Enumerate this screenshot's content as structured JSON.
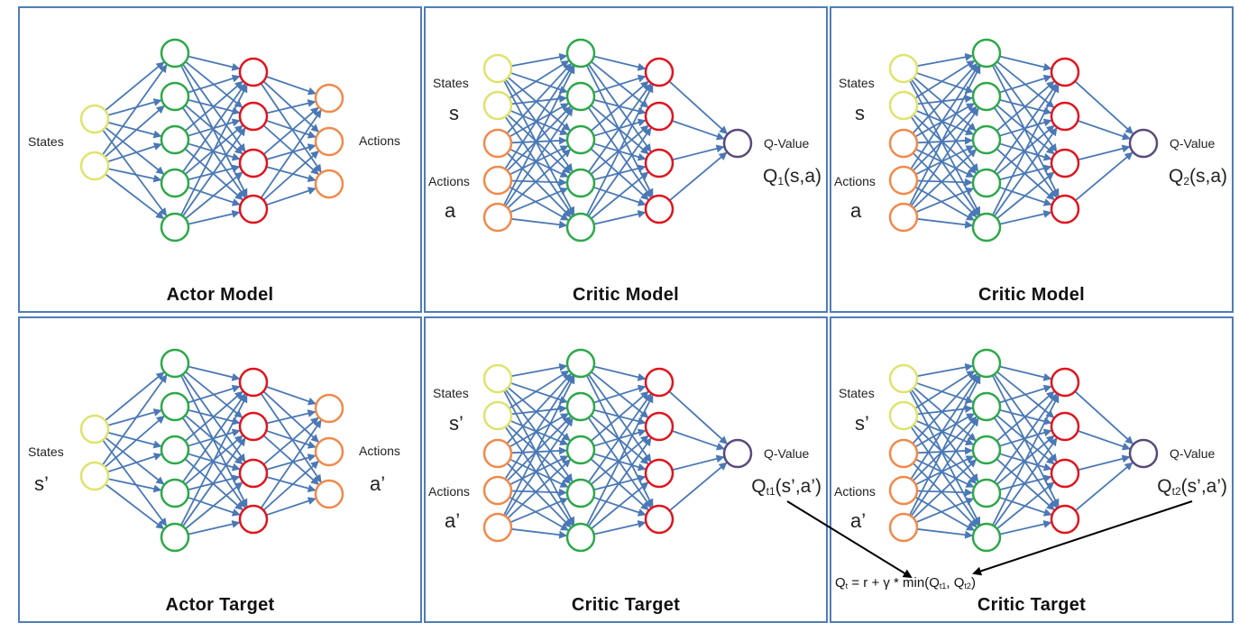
{
  "colors": {
    "panel_border": "#4f7db8",
    "edge": "#4a78b5",
    "state_node": "#dfe36c",
    "action_node": "#f08a4b",
    "hidden1_node": "#2ea84a",
    "hidden2_node": "#e0141e",
    "output_node": "#5a4a7a"
  },
  "panels": [
    {
      "kind": "actor",
      "title": "Actor Model",
      "states_label": "States",
      "states_symbol": "",
      "actions_label": "Actions",
      "actions_symbol": ""
    },
    {
      "kind": "critic",
      "title": "Critic Model",
      "states_label": "States",
      "states_symbol": "s",
      "actions_label": "Actions",
      "actions_symbol": "a",
      "q_label": "Q-Value",
      "q_base": "Q",
      "q_sub": "1",
      "q_args": "(s,a)"
    },
    {
      "kind": "critic",
      "title": "Critic Model",
      "states_label": "States",
      "states_symbol": "s",
      "actions_label": "Actions",
      "actions_symbol": "a",
      "q_label": "Q-Value",
      "q_base": "Q",
      "q_sub": "2",
      "q_args": "(s,a)"
    },
    {
      "kind": "actor",
      "title": "Actor Target",
      "states_label": "States",
      "states_symbol": "s’",
      "actions_label": "Actions",
      "actions_symbol": "a’"
    },
    {
      "kind": "critic",
      "title": "Critic Target",
      "states_label": "States",
      "states_symbol": "s’",
      "actions_label": "Actions",
      "actions_symbol": "a’",
      "q_label": "Q-Value",
      "q_base": "Q",
      "q_sub": "t1",
      "q_args": "(s’,a’)"
    },
    {
      "kind": "critic",
      "title": "Critic Target",
      "states_label": "States",
      "states_symbol": "s’",
      "actions_label": "Actions",
      "actions_symbol": "a’",
      "q_label": "Q-Value",
      "q_base": "Q",
      "q_sub": "t2",
      "q_args": "(s’,a’)"
    }
  ],
  "formula": {
    "lhs_base": "Q",
    "lhs_sub": "t",
    "middle": " = r + γ * min(",
    "arg1_base": "Q",
    "arg1_sub": "t1",
    "sep": ", ",
    "arg2_base": "Q",
    "arg2_sub": "t2",
    "close": ")"
  }
}
